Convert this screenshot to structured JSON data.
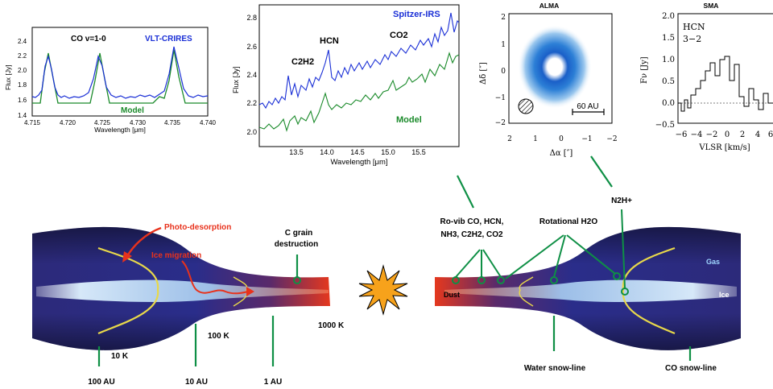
{
  "colors": {
    "spectrum_blue": "#1a2fd6",
    "model_green": "#1a8a2a",
    "callout_green": "#0e8f45",
    "ice_line_yellow": "#e8d84a",
    "red_annotation": "#e8321c",
    "disk_dark": "#2a2870",
    "disk_inner_red": "#e23a1c",
    "gas_label": "#9fd6ff",
    "star_orange": "#f7a21b"
  },
  "panels": {
    "crires": {
      "label": "CO v=1-0",
      "instrument": "VLT-CRIRES",
      "model_label": "Model",
      "ylabel": "Flux [Jy]",
      "xlabel": "Wavelength [μm]",
      "yticks": [
        "1.4",
        "1.6",
        "1.8",
        "2.0",
        "2.2",
        "2.4"
      ],
      "xticks": [
        "4.715",
        "4.720",
        "4.725",
        "4.730",
        "4.735",
        "4.740"
      ]
    },
    "spitzer": {
      "instrument": "Spitzer-IRS",
      "model_label": "Model",
      "ylabel": "Flux [Jy]",
      "xlabel": "Wavelength [μm]",
      "yticks": [
        "2.0",
        "2.2",
        "2.4",
        "2.6",
        "2.8"
      ],
      "xticks": [
        "13.5",
        "14.0",
        "14.5",
        "15.0",
        "15.5"
      ],
      "lines": {
        "hcn": "HCN",
        "c2h2": "C2H2",
        "co2": "CO2"
      }
    },
    "alma": {
      "title": "ALMA",
      "ylabel": "Δδ [″]",
      "xlabel": "Δα [″]",
      "yticks": [
        "2",
        "1",
        "0",
        "−1",
        "−2"
      ],
      "xticks": [
        "2",
        "1",
        "0",
        "−1",
        "−2"
      ],
      "scalebar": "60 AU"
    },
    "sma": {
      "title": "SMA",
      "line_name": "HCN",
      "transition": "3−2",
      "ylabel": "Fν [Jy]",
      "xlabel": "VLSR [km/s]",
      "yticks": [
        "2.0",
        "1.5",
        "1.0",
        "0.5",
        "0.0",
        "−0.5"
      ],
      "xticks": [
        "−6",
        "−4",
        "−2",
        "0",
        "2",
        "4",
        "6"
      ]
    }
  },
  "disk": {
    "labels": {
      "photo_desorption": "Photo-desorption",
      "ice_migration": "Ice migration",
      "c_grain": "C grain",
      "c_grain_2": "destruction",
      "ro_vib_line1": "Ro-vib CO, HCN,",
      "ro_vib_line2": "NH3, C2H2, CO2",
      "rotational": "Rotational H2O",
      "n2h": "N2H+",
      "gas": "Gas",
      "ice": "Ice",
      "dust": "Dust"
    },
    "temperatures": {
      "t10": "10 K",
      "t100": "100 K",
      "t1000": "1000 K"
    },
    "radii": {
      "r100": "100 AU",
      "r10": "10 AU",
      "r1": "1 AU"
    },
    "snowlines": {
      "water": "Water snow-line",
      "co": "CO snow-line"
    }
  }
}
